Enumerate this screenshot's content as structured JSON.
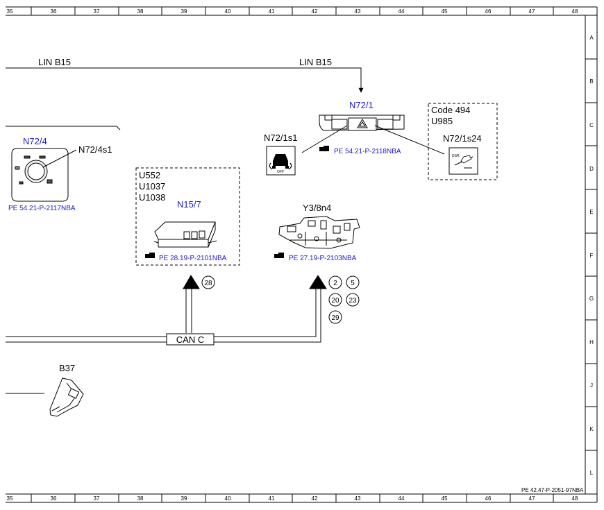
{
  "ruler": {
    "columns": [
      "35",
      "36",
      "37",
      "38",
      "39",
      "40",
      "41",
      "42",
      "43",
      "44",
      "45",
      "46",
      "47",
      "48"
    ],
    "rows": [
      "A",
      "B",
      "C",
      "D",
      "E",
      "F",
      "G",
      "H",
      "J",
      "K",
      "L"
    ]
  },
  "signals": {
    "lin_left": "LIN B15",
    "lin_right": "LIN B15",
    "can": "CAN C"
  },
  "components": {
    "n72_4": {
      "name": "N72/4",
      "switch": "N72/4s1",
      "ref": "PE 54.21-P-2117NBA"
    },
    "n15_7": {
      "codes": [
        "U552",
        "U1037",
        "U1038"
      ],
      "name": "N15/7",
      "ref": "PE 28.19-P-2101NBA"
    },
    "y3_8n4": {
      "name": "Y3/8n4",
      "ref": "PE 27.19-P-2103NBA"
    },
    "n72_1": {
      "name": "N72/1",
      "ref": "PE 54.21-P-2118NBA"
    },
    "n72_1s1": {
      "name": "N72/1s1",
      "icon_text": "OFF"
    },
    "n72_1s24": {
      "codes": [
        "Code 494",
        "U985"
      ],
      "name": "N72/1s24",
      "icon_text": "DSR"
    },
    "b37": {
      "name": "B37"
    }
  },
  "circle_refs": {
    "n15_7": [
      "28"
    ],
    "y3_8n4": [
      "2",
      "5",
      "20",
      "23",
      "29"
    ]
  },
  "footer": {
    "doc_ref": "PE 42.47-P-2051-97NBA"
  },
  "colors": {
    "line": "#000000",
    "component_label": "#1a1ad0"
  }
}
